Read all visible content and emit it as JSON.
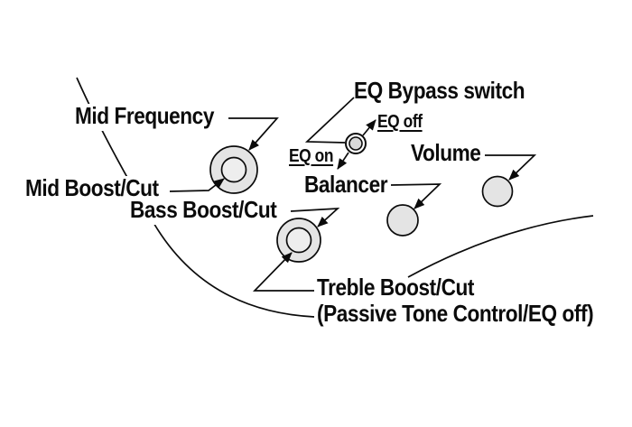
{
  "diagram": {
    "title": "Bass guitar EQ control layout diagram",
    "labels": {
      "mid_frequency": "Mid Frequency",
      "mid_boost_cut": "Mid Boost/Cut",
      "bass_boost_cut": "Bass Boost/Cut",
      "treble_boost_cut": "Treble Boost/Cut",
      "treble_note": "(Passive Tone Control/EQ off)",
      "eq_bypass_switch": "EQ Bypass switch",
      "eq_off": "EQ off",
      "eq_on": "EQ on",
      "balancer": "Balancer",
      "volume": "Volume"
    },
    "controls": [
      {
        "name": "mid-stacked-knob",
        "outer_function": "Mid Frequency",
        "inner_function": "Mid Boost/Cut"
      },
      {
        "name": "bass-treble-stacked-knob",
        "outer_function": "Bass Boost/Cut",
        "inner_function": "Treble Boost/Cut (Passive Tone Control/EQ off)"
      },
      {
        "name": "eq-bypass-switch",
        "up_position": "EQ off",
        "down_position": "EQ on"
      },
      {
        "name": "balancer-knob",
        "function": "Balancer"
      },
      {
        "name": "volume-knob",
        "function": "Volume"
      }
    ],
    "colors": {
      "line": "#0b0b0b",
      "knob_fill": "#e4e4e4",
      "knob_inner_fill": "#eeeeee",
      "switch_fill": "#ffffff",
      "switch_inner_fill": "#d8d8d8",
      "background": "#ffffff"
    }
  }
}
